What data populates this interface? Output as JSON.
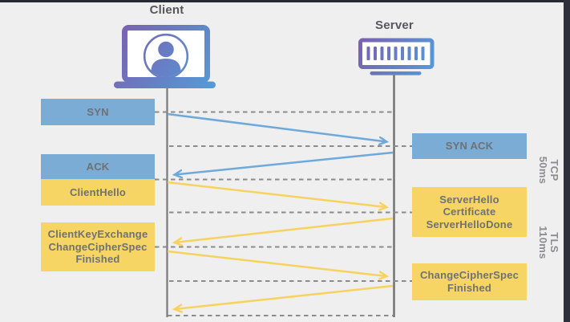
{
  "diagram": {
    "client_label": "Client",
    "server_label": "Server"
  },
  "boxes": {
    "syn": {
      "label": "SYN"
    },
    "syn_ack": {
      "label": "SYN ACK"
    },
    "ack": {
      "label": "ACK"
    },
    "client_hello": {
      "label": "ClientHello"
    },
    "server_hello": {
      "label": "ServerHello\nCertificate\nServerHelloDone"
    },
    "client_key_exchange": {
      "label": "ClientKeyExchange\nChangeCipherSpec\nFinished"
    },
    "change_cipher_spec": {
      "label": "ChangeCipherSpec\nFinished"
    }
  },
  "phases": {
    "tcp": {
      "name": "TCP",
      "duration": "50ms"
    },
    "tls": {
      "name": "TLS",
      "duration": "110ms"
    }
  },
  "icons": {
    "client": "laptop-user-icon",
    "server": "server-rack-icon"
  },
  "colors": {
    "tcp_box": "#7aacd6",
    "tls_box": "#f6d565",
    "tcp_arrow": "#6fa9da",
    "tls_arrow": "#f7d25e",
    "dashed_line": "#8b8b8b",
    "lifeline": "#767676",
    "icon_gradient_start": "#7b5fb0",
    "icon_gradient_end": "#549bd8",
    "frame": "#2b2e38",
    "background": "#efeff0",
    "label_text": "#6f7173"
  }
}
